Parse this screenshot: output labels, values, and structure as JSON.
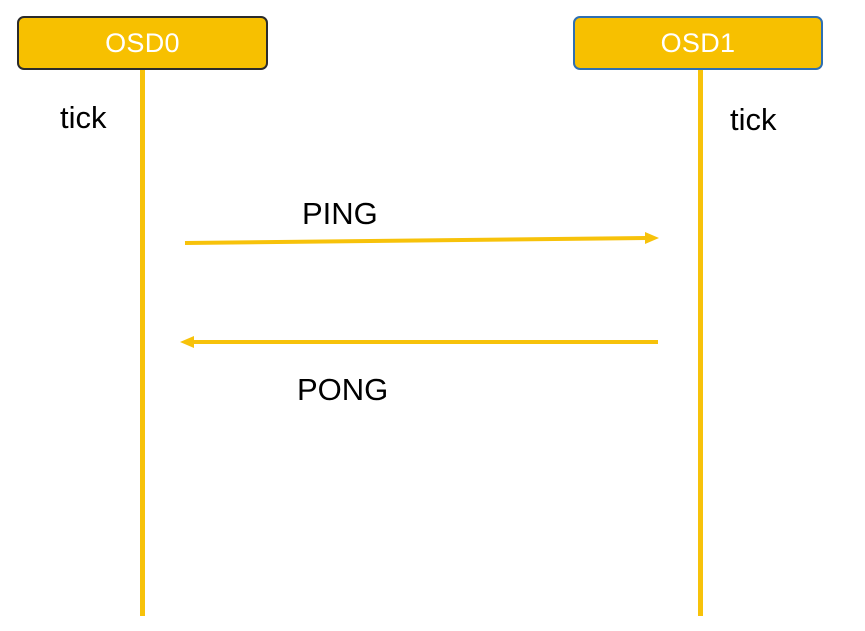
{
  "colors": {
    "accent": "#F7C000",
    "line": "#F7C20A",
    "participant_text": "#FFFFFF",
    "osd0_border": "#2B2B2B",
    "osd1_border": "#2F6FB2"
  },
  "participants": [
    {
      "id": "OSD0",
      "label": "OSD0",
      "event": "tick"
    },
    {
      "id": "OSD1",
      "label": "OSD1",
      "event": "tick"
    }
  ],
  "messages": [
    {
      "label": "PING",
      "from": "OSD0",
      "to": "OSD1"
    },
    {
      "label": "PONG",
      "from": "OSD1",
      "to": "OSD0"
    }
  ]
}
